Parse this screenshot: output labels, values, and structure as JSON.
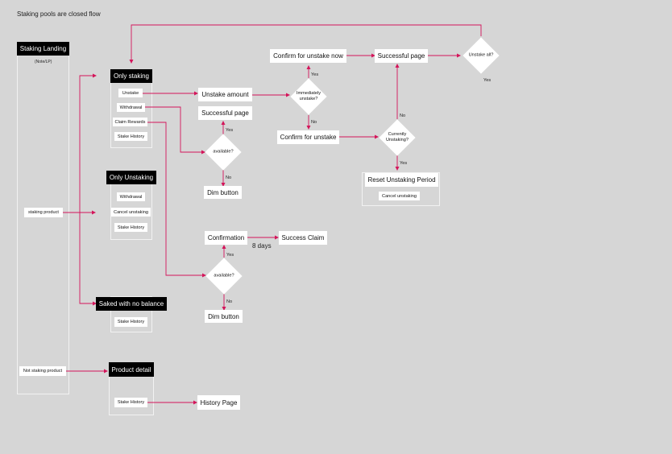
{
  "title": "Staking pools are closed flow",
  "colors": {
    "arrow": "#d4145a",
    "background": "#d6d6d6",
    "header": "#000000",
    "box": "#ffffff"
  },
  "nodes": {
    "staking_landing": "Staking Landing",
    "note_lp": "(Note/LP)",
    "staking_product": "staking product",
    "not_staking_product": "Not staking product",
    "only_staking": "Only staking",
    "os_unstake": "Unstake",
    "os_withdrawal": "Withdrawal",
    "os_claim_rewards": "Claim Rewards",
    "os_stake_history": "Stake History",
    "only_unstaking": "Only Unstaking",
    "ou_withdrawal": "Withdrawal",
    "ou_cancel_unstaking": "Cancel unstaking",
    "ou_stake_history": "Stake History",
    "staked_no_balance": "Saked with no balance",
    "snb_stake_history": "Stake History",
    "product_detail": "Product detail",
    "pd_stake_history": "Stake History",
    "history_page": "History Page",
    "unstake_amount": "Unstake amount",
    "successful_page_1": "Successful page",
    "available_1": "available?",
    "dim_button_1": "Dim button",
    "immediately_unstake": "Immediately unstake?",
    "confirm_unstake_now": "Confirm for unstake now",
    "confirm_unstake": "Confirm for unstake",
    "successful_page_2": "Successful page",
    "unstake_all": "Unstake all?",
    "currently_unstaking": "Currently Unstaking?",
    "reset_unstaking_period": "Reset Unstaking Period",
    "cancel_unstaking": "Cancel unstaking",
    "confirmation": "Confirmation",
    "success_claim": "Success Claim",
    "eight_days": "8 days",
    "available_2": "available?",
    "dim_button_2": "Dim button"
  },
  "labels": {
    "yes": "Yes",
    "no": "No"
  }
}
